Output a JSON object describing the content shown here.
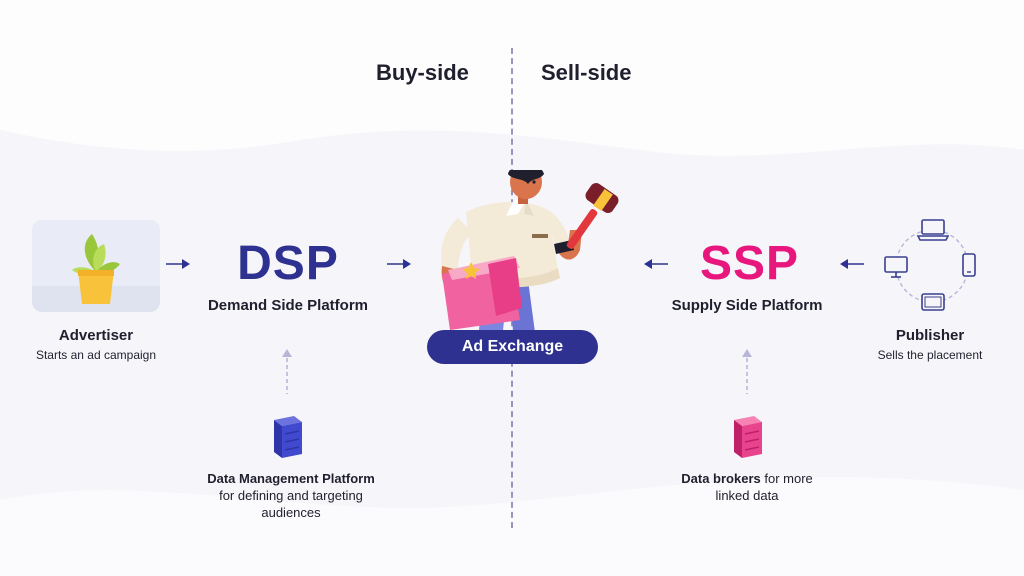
{
  "sides": {
    "buy": "Buy-side",
    "sell": "Sell-side"
  },
  "advertiser": {
    "title": "Advertiser",
    "subtitle": "Starts an ad campaign"
  },
  "dsp": {
    "acronym": "DSP",
    "name": "Demand Side Platform"
  },
  "ad_exchange": {
    "label": "Ad Exchange"
  },
  "ssp": {
    "acronym": "SSP",
    "name": "Supply Side Platform"
  },
  "publisher": {
    "title": "Publisher",
    "subtitle": "Sells the placement"
  },
  "dmp": {
    "title": "Data Management Platform",
    "line2": "for defining and targeting",
    "line3": "audiences"
  },
  "data_brokers": {
    "title": "Data brokers",
    "rest1": " for more",
    "line2": "linked data"
  },
  "colors": {
    "dsp": "#2e3190",
    "ssp": "#e8177d",
    "exchange": "#2e3190",
    "background": "#f6f6fa"
  },
  "icons": {
    "advertiser": "plant-pot-icon",
    "dmp": "server-icon",
    "data_brokers": "server-icon",
    "publisher_devices": [
      "laptop-icon",
      "phone-icon",
      "tablet-icon",
      "monitor-icon"
    ],
    "ad_exchange_person": "auctioneer-gavel-icon"
  }
}
